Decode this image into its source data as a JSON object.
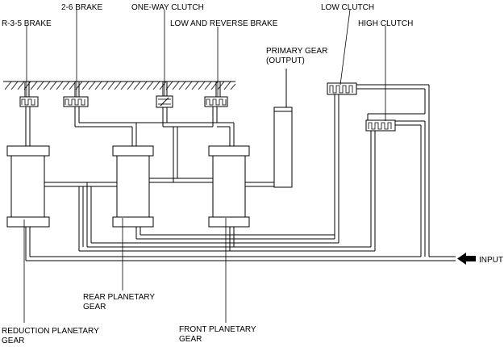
{
  "labels": {
    "r35_brake": "R-3-5 BRAKE",
    "brake_26": "2-6 BRAKE",
    "one_way_clutch": "ONE-WAY CLUTCH",
    "low_reverse_brake": "LOW AND REVERSE BRAKE",
    "primary_gear": "PRIMARY GEAR",
    "primary_gear_output": "(OUTPUT)",
    "low_clutch": "LOW CLUTCH",
    "high_clutch": "HIGH CLUTCH",
    "input": "INPUT",
    "rear_planetary": "REAR PLANETARY",
    "rear_planetary_2": "GEAR",
    "reduction_planetary": "REDUCTION PLANETARY",
    "reduction_planetary_2": "GEAR",
    "front_planetary": "FRONT PLANETARY",
    "front_planetary_2": "GEAR"
  },
  "colors": {
    "line": "#000000",
    "background": "#ffffff"
  }
}
